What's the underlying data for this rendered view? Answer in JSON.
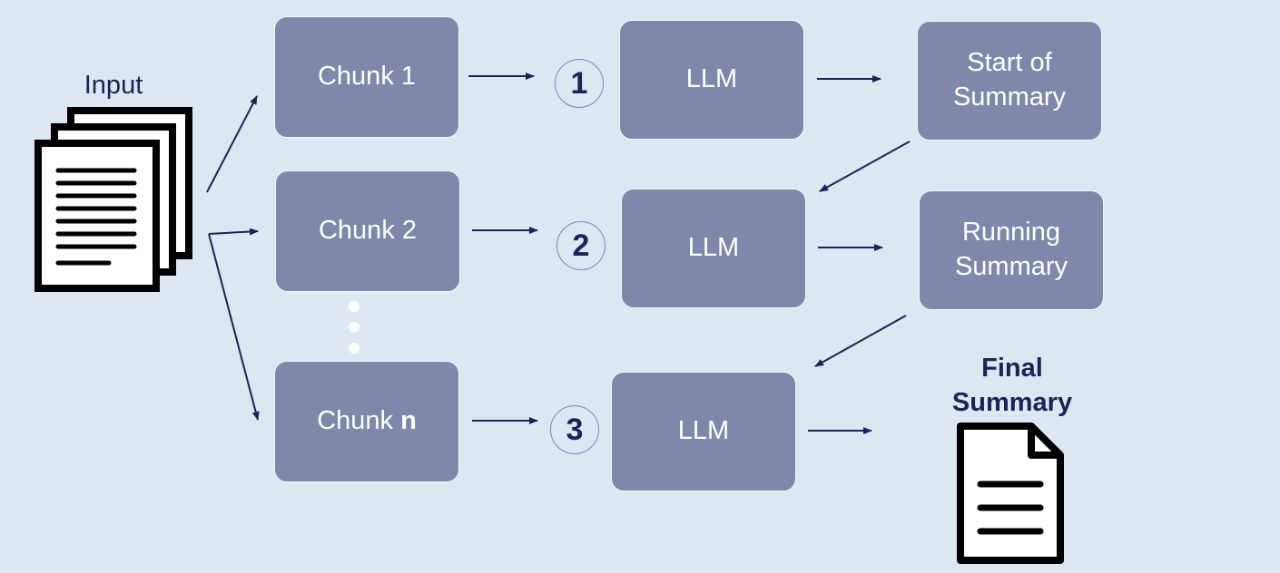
{
  "input_label": "Input",
  "chunks": [
    {
      "prefix": "Chunk 1",
      "bold": ""
    },
    {
      "prefix": "Chunk 2",
      "bold": ""
    },
    {
      "prefix": "Chunk ",
      "bold": "n"
    }
  ],
  "steps": [
    "1",
    "2",
    "3"
  ],
  "llm_label": "LLM",
  "summaries": {
    "start_line1": "Start of",
    "start_line2": "Summary",
    "running_line1": "Running",
    "running_line2": "Summary"
  },
  "final": {
    "line1": "Final",
    "line2": "Summary"
  },
  "colors": {
    "background": "#dfe6f3",
    "box": "#8087a9",
    "ink": "#1c2355"
  },
  "icons": {
    "input": "stacked-documents-icon",
    "output": "document-icon"
  }
}
